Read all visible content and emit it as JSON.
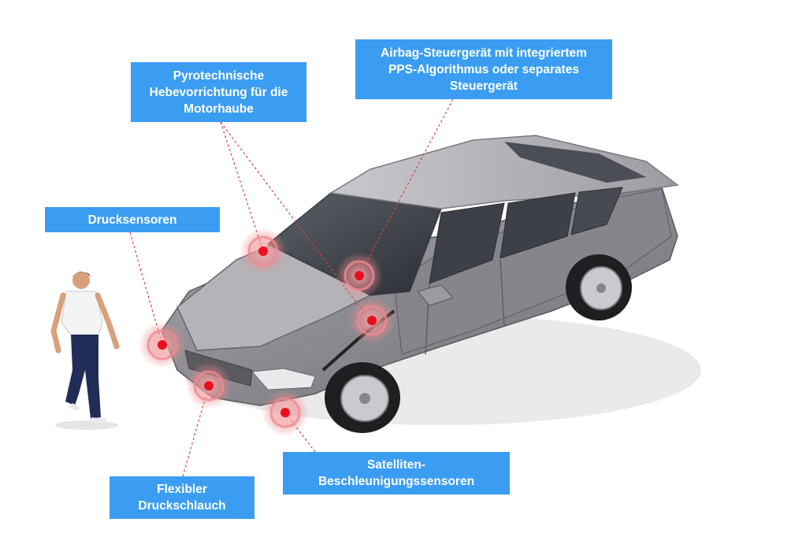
{
  "labels": {
    "pyro": [
      "Pyrotechnische",
      "Hebevorrichtung für die",
      "Motorhaube"
    ],
    "airbag": [
      "Airbag-Steuergerät mit integriertem",
      "PPS-Algorithmus oder separates",
      "Steuergerät"
    ],
    "druck": [
      "Drucksensoren"
    ],
    "flex": [
      "Flexibler",
      "Druckschlauch"
    ],
    "sat": [
      "Satelliten-",
      "Beschleunigungssensoren"
    ]
  },
  "colors": {
    "label_bg": "#3a9df2",
    "label_text": "#ffffff",
    "sensor_dot": "#e8101c",
    "sensor_halo": "#f08a8f",
    "leader_line": "#e04040",
    "car_body": "#8c8b91"
  },
  "icons": {
    "car": "sedan-car-illustration",
    "pedestrian": "walking-person-illustration",
    "sensor": "sensor-target-icon"
  }
}
